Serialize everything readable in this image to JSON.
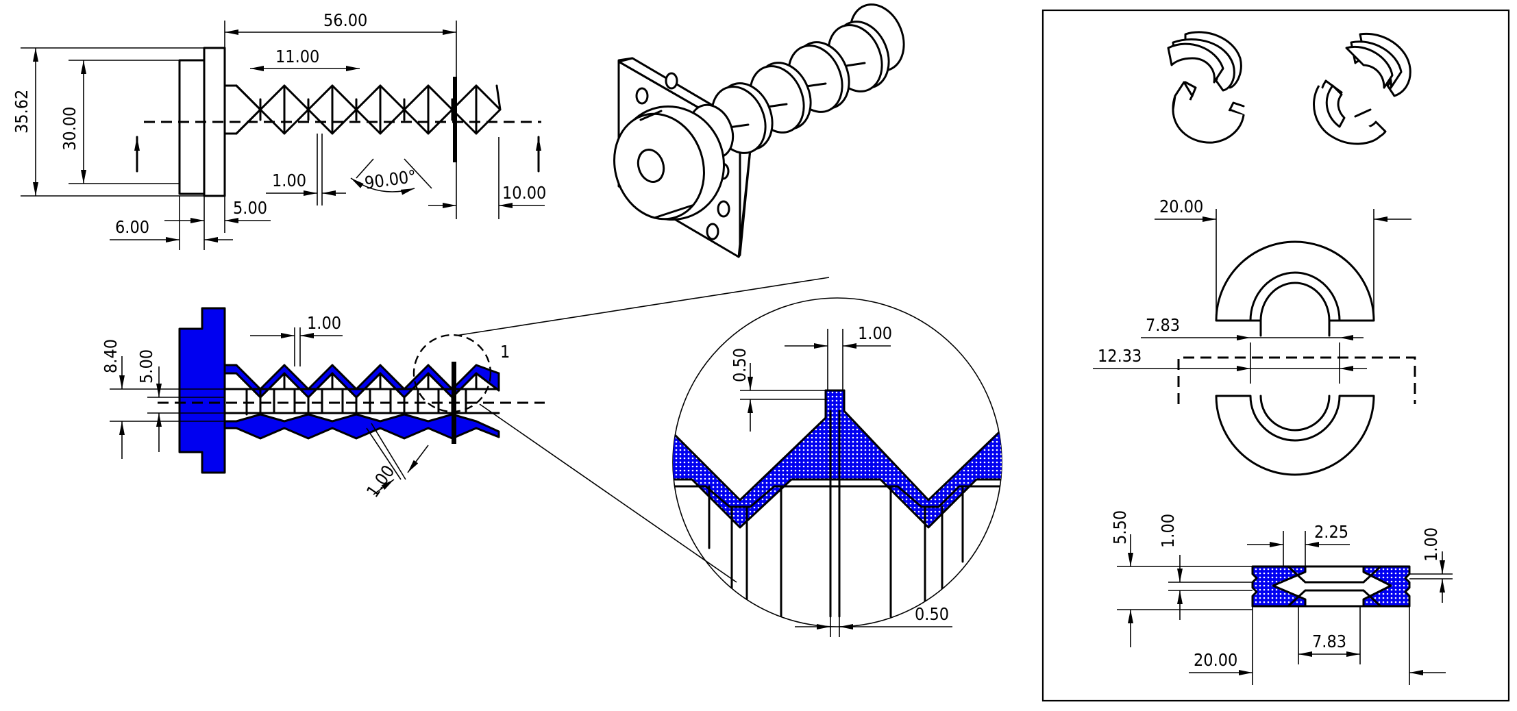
{
  "colors": {
    "section_fill": "#0000f0",
    "line": "#000000",
    "background": "#ffffff"
  },
  "dimensions": {
    "overall_length": "56.00",
    "convolution_pitch": "11.00",
    "outer_height": "35.62",
    "flange_inner_height": "30.00",
    "flange_thickness": "6.00",
    "neck_length": "5.00",
    "bore_gap": "1.00",
    "fold_angle": "90.00°",
    "end_length": "10.00",
    "section_wall": "1.00",
    "section_height": "8.40",
    "section_bore": "5.00",
    "section_diag_wall": "1.00",
    "detail_label": "1",
    "detail_rib_width": "1.00",
    "detail_rib_height": "0.50",
    "detail_bottom": "0.50",
    "half_ring_outer": "20.00",
    "half_ring_inner": "7.83",
    "half_ring_center": "12.33",
    "ring_height": "5.50",
    "ring_inner_wall": "1.00",
    "ring_land": "2.25",
    "ring_right_wall": "1.00",
    "ring_bottom_inner": "7.83",
    "ring_bottom_outer": "20.00"
  }
}
